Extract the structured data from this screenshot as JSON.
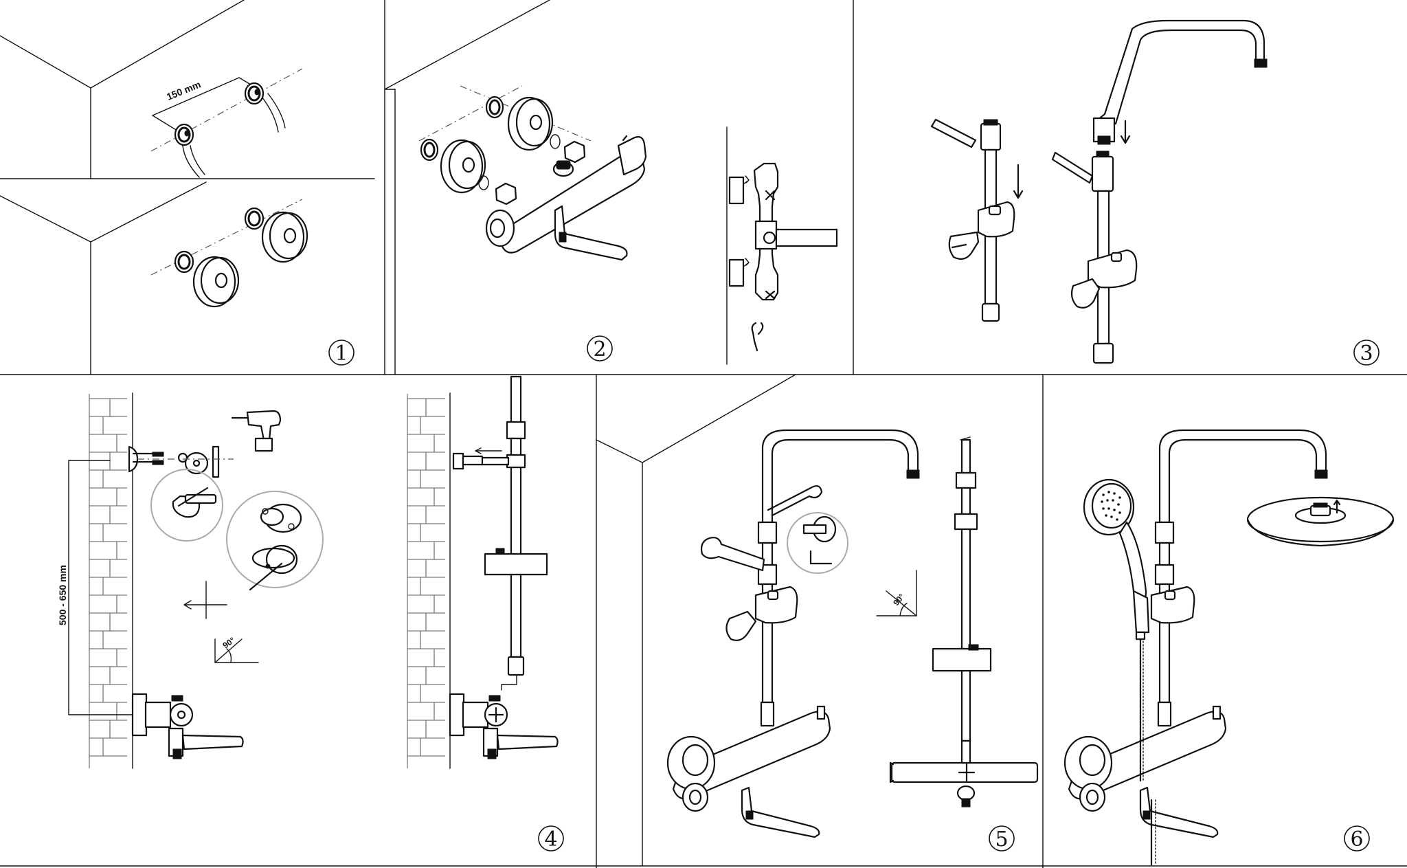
{
  "steps": [
    {
      "number": "1",
      "labels": {
        "spacing": "150 mm"
      }
    },
    {
      "number": "2"
    },
    {
      "number": "3"
    },
    {
      "number": "4",
      "labels": {
        "height": "500 - 650 mm",
        "angle": "90°"
      }
    },
    {
      "number": "5",
      "labels": {
        "angle": "90°"
      }
    },
    {
      "number": "6"
    }
  ]
}
